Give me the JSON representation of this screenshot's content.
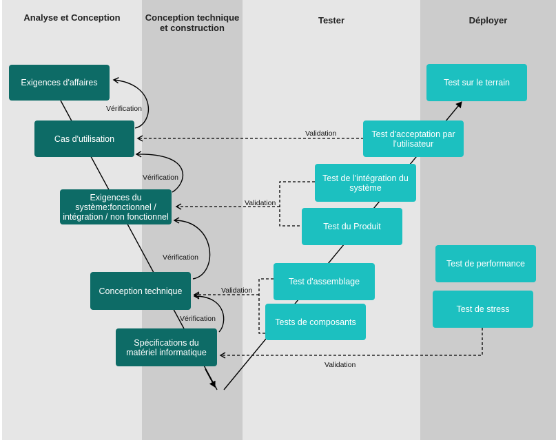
{
  "lanes": [
    {
      "title": "Analyse et Conception"
    },
    {
      "title": "Conception technique\net construction"
    },
    {
      "title": "Tester"
    },
    {
      "title": "Déployer"
    }
  ],
  "boxes": {
    "exigences_affaires": "Exigences d'affaires",
    "cas_utilisation": "Cas d'utilisation",
    "exigences_systeme": "Exigences du système:fonctionnel / intégration / non fonctionnel",
    "conception_technique": "Conception technique",
    "specifications_materiel": "Spécifications du matériel informatique",
    "test_terrain": "Test sur le terrain",
    "test_acceptation": "Test d'acceptation par l'utilisateur",
    "test_integration": "Test de l'intégration du système",
    "test_produit": "Test du Produit",
    "test_assemblage": "Test d'assemblage",
    "tests_composants": "Tests de composants",
    "test_performance": "Test de performance",
    "test_stress": "Test de stress"
  },
  "labels": {
    "verification_1": "Vérification",
    "verification_2": "Vérification",
    "verification_3": "Vérification",
    "verification_4": "Vérification",
    "validation_1": "Validation",
    "validation_2": "Validation",
    "validation_3": "Validation",
    "validation_4": "Validation"
  },
  "colors": {
    "dark_box": "#0d6b66",
    "light_box": "#1cc0c0",
    "lane_light": "#e6e6e6",
    "lane_dark": "#cccccc"
  }
}
